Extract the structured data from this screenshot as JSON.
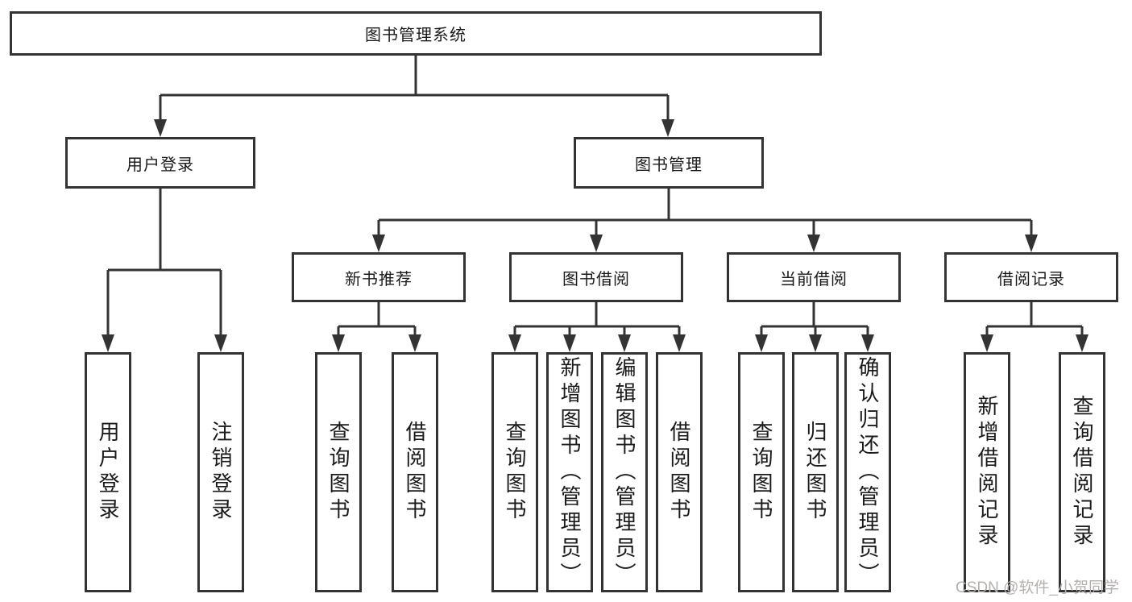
{
  "tree": {
    "label": "图书管理系统",
    "children": [
      {
        "label": "用户登录",
        "children": [
          {
            "label": "用户登录"
          },
          {
            "label": "注销登录"
          }
        ]
      },
      {
        "label": "图书管理",
        "children": [
          {
            "label": "新书推荐",
            "children": [
              {
                "label": "查询图书"
              },
              {
                "label": "借阅图书"
              }
            ]
          },
          {
            "label": "图书借阅",
            "children": [
              {
                "label": "查询图书"
              },
              {
                "label": "新增图书（管理员）"
              },
              {
                "label": "编辑图书（管理员）"
              },
              {
                "label": "借阅图书"
              }
            ]
          },
          {
            "label": "当前借阅",
            "children": [
              {
                "label": "查询图书"
              },
              {
                "label": "归还图书"
              },
              {
                "label": "确认归还（管理员）"
              }
            ]
          },
          {
            "label": "借阅记录",
            "children": [
              {
                "label": "新增借阅记录"
              },
              {
                "label": "查询借阅记录"
              }
            ]
          }
        ]
      }
    ]
  },
  "watermark": {
    "text": "CSDN @软件_小贺同学"
  },
  "colors": {
    "line": "#333333",
    "box_border": "#333333",
    "text": "#1a1a1a",
    "watermark": "#b3b0ae",
    "background": "#ffffff"
  }
}
